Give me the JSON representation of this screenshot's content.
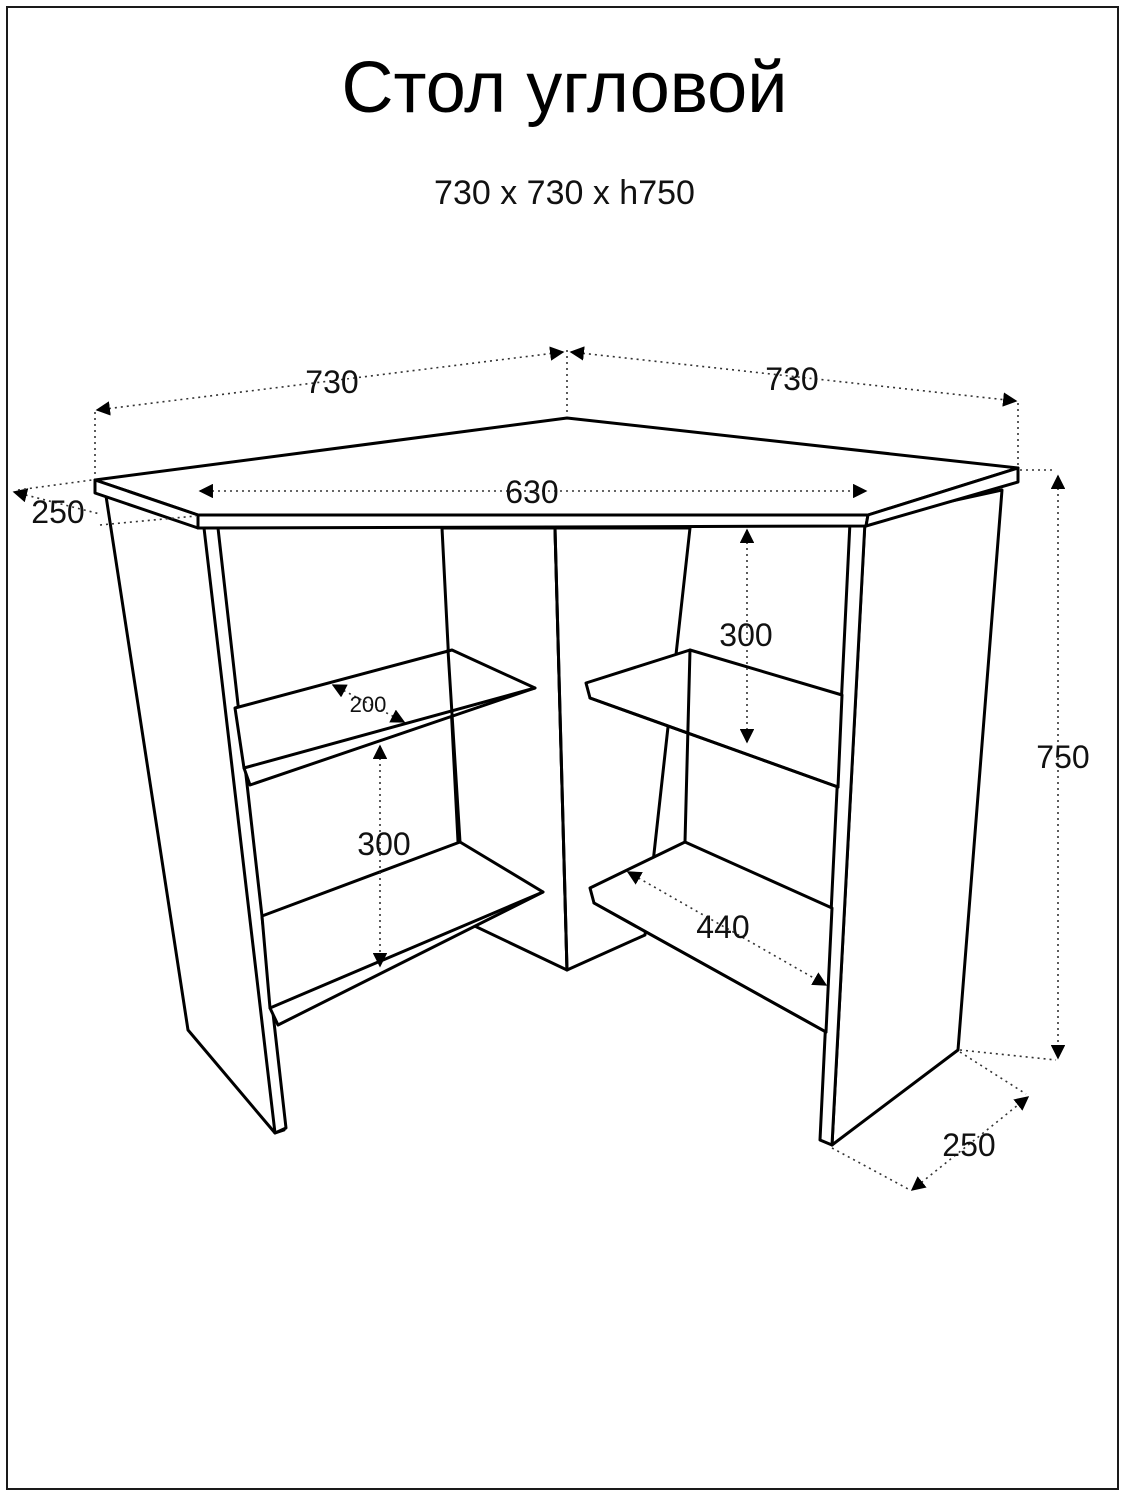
{
  "title": "Стол угловой",
  "subtitle": "730 x 730 x h750",
  "dimensions": {
    "top_left_width": "730",
    "top_right_width": "730",
    "front_width": "630",
    "left_side_depth": "250",
    "right_side_depth": "250",
    "height": "750",
    "left_shelf_depth": "200",
    "left_shelf_spacing": "300",
    "right_shelf_spacing": "300",
    "right_shelf_length": "440"
  }
}
